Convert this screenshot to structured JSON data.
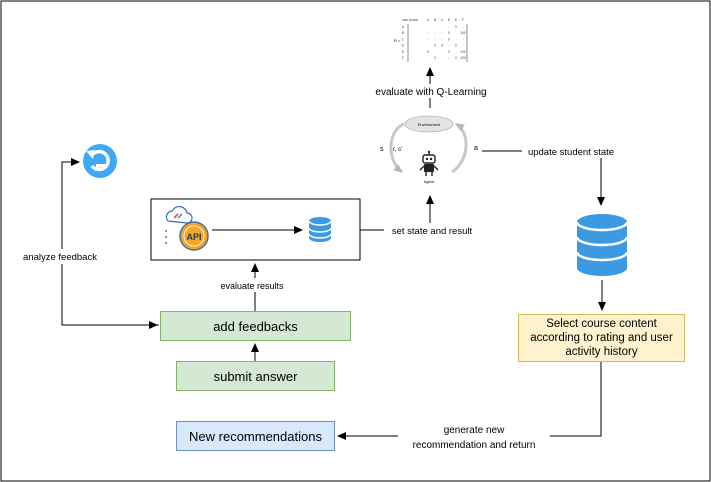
{
  "labels": {
    "evaluate_q": "evaluate with Q-Learning",
    "environment": "Environment",
    "agent": "Agent",
    "s": "s",
    "r_s": "r, s'",
    "a": "a",
    "update_state": "update student state",
    "set_state": "set state and result",
    "analyze_feedback": "analyze feedback",
    "evaluate_results": "evaluate results",
    "add_feedbacks": "add feedbacks",
    "submit_answer": "submit answer",
    "select_course": "Select course content according to rating and user activity history",
    "generate_line1": "generate new",
    "generate_line2": "recommendation and return",
    "new_recommendations": "New recommendations",
    "api": "API",
    "matrix_r": "R ="
  },
  "matrix": {
    "header": [
      "user action",
      "A",
      "B",
      "C",
      "D",
      "E",
      "F"
    ],
    "rows": [
      [
        "A",
        "-",
        "-",
        "-",
        "-",
        "0",
        "-"
      ],
      [
        "B",
        "-",
        "-",
        "-",
        "0",
        "-",
        "100"
      ],
      [
        "C",
        "-",
        "-",
        "-",
        "0",
        "-",
        "-"
      ],
      [
        "D",
        "-",
        "0",
        "0",
        "-",
        "0",
        "-"
      ],
      [
        "E",
        "0",
        "-",
        "-",
        "0",
        "-",
        "100"
      ],
      [
        "F",
        "-",
        "0",
        "-",
        "-",
        "0",
        "100"
      ]
    ]
  },
  "colors": {
    "green_fill": "#d5e8d4",
    "green_stroke": "#82b366",
    "yellow_fill": "#fff2cc",
    "yellow_stroke": "#d6b656",
    "blue_fill": "#dae8fc",
    "blue_stroke": "#6c8ebf",
    "db_blue": "#3b9ae1",
    "refresh_blue": "#3fa9f5",
    "api_orange": "#f5a623"
  },
  "icons": [
    "refresh-icon",
    "api-icon",
    "database-icon",
    "robot-agent-icon",
    "environment-ellipse"
  ]
}
